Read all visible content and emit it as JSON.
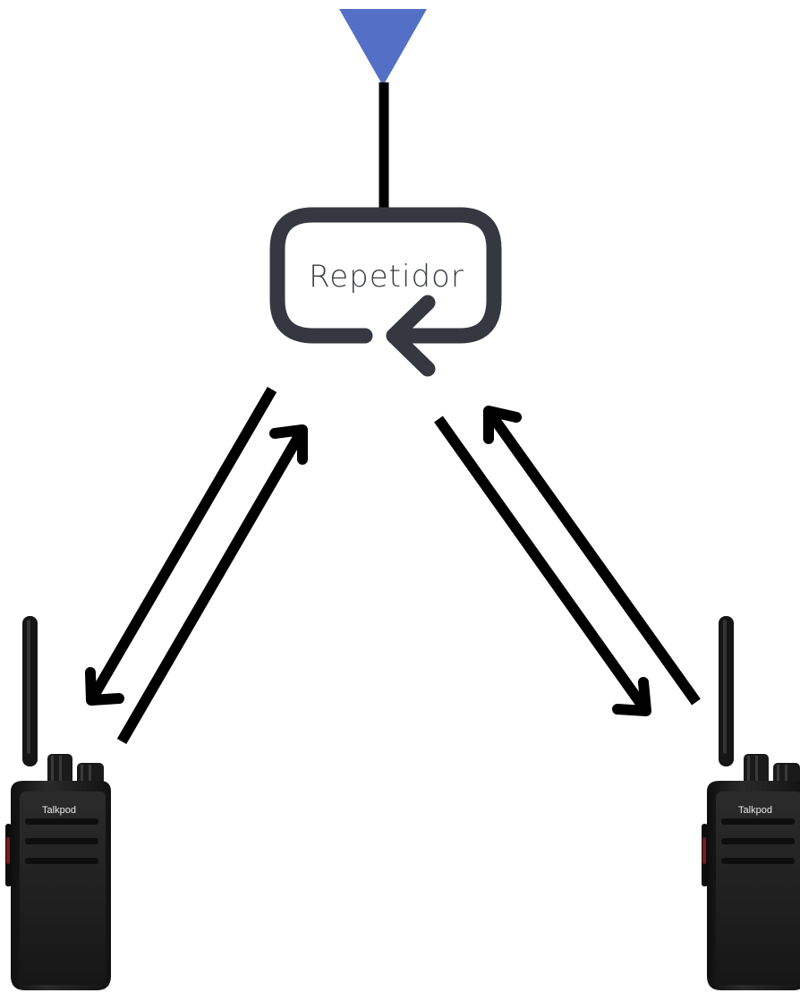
{
  "repeater": {
    "label": "Repetidor"
  },
  "radios": {
    "left": {
      "brand": "Talkpod"
    },
    "right": {
      "brand": "Talkpod"
    }
  },
  "colors": {
    "antenna": "#5470c6",
    "repeater_stroke": "#353840",
    "arrow": "#000000",
    "radio_body": "#1c1c1c"
  },
  "icons": {
    "antenna": "triangle-antenna-icon",
    "repeater": "loop-arrow-icon",
    "radio": "walkie-talkie-icon"
  }
}
